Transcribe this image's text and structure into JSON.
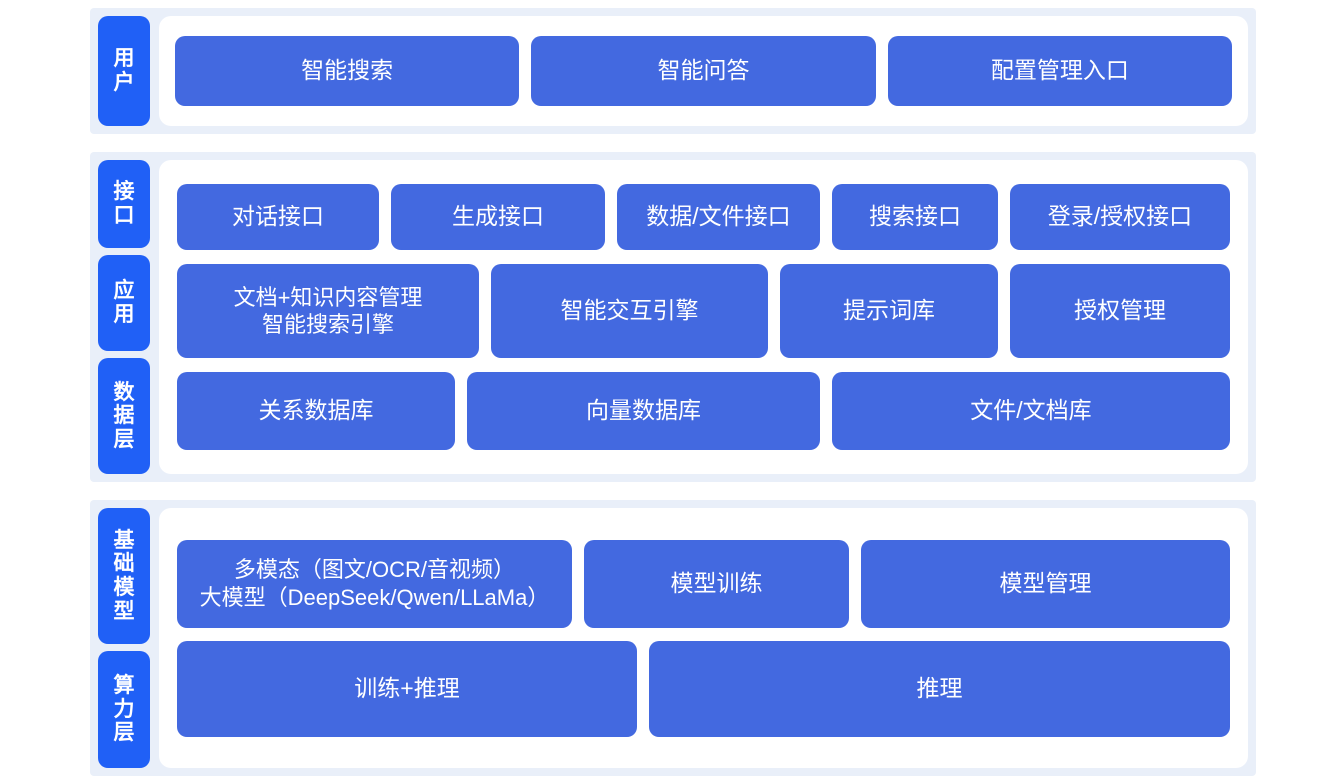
{
  "colors": {
    "band_background": "#e9eff9",
    "card_background": "#ffffff",
    "rail_blue": "#2060f6",
    "node_blue": "#4369e0",
    "node_text": "#ffffff"
  },
  "sections": [
    {
      "id": "user",
      "rails": [
        "用户"
      ],
      "rows": [
        {
          "id": "user-row",
          "nodes": [
            "智能搜索",
            "智能问答",
            "配置管理入口"
          ]
        }
      ]
    },
    {
      "id": "platform",
      "rails": [
        "接口",
        "应用",
        "数据层"
      ],
      "rows": [
        {
          "id": "api-row",
          "nodes": [
            "对话接口",
            "生成接口",
            "数据/文件接口",
            "搜索接口",
            "登录/授权接口"
          ]
        },
        {
          "id": "app-row",
          "nodes": [
            "文档+知识内容管理\n智能搜索引擎",
            "智能交互引擎",
            "提示词库",
            "授权管理"
          ]
        },
        {
          "id": "data-row",
          "nodes": [
            "关系数据库",
            "向量数据库",
            "文件/文档库"
          ]
        }
      ]
    },
    {
      "id": "infra",
      "rails": [
        "基础模型",
        "算力层"
      ],
      "rows": [
        {
          "id": "model-row",
          "nodes": [
            "多模态（图文/OCR/音视频）\n大模型（DeepSeek/Qwen/LLaMa）",
            "模型训练",
            "模型管理"
          ]
        },
        {
          "id": "compute-row",
          "nodes": [
            "训练+推理",
            "推理"
          ]
        }
      ]
    }
  ]
}
